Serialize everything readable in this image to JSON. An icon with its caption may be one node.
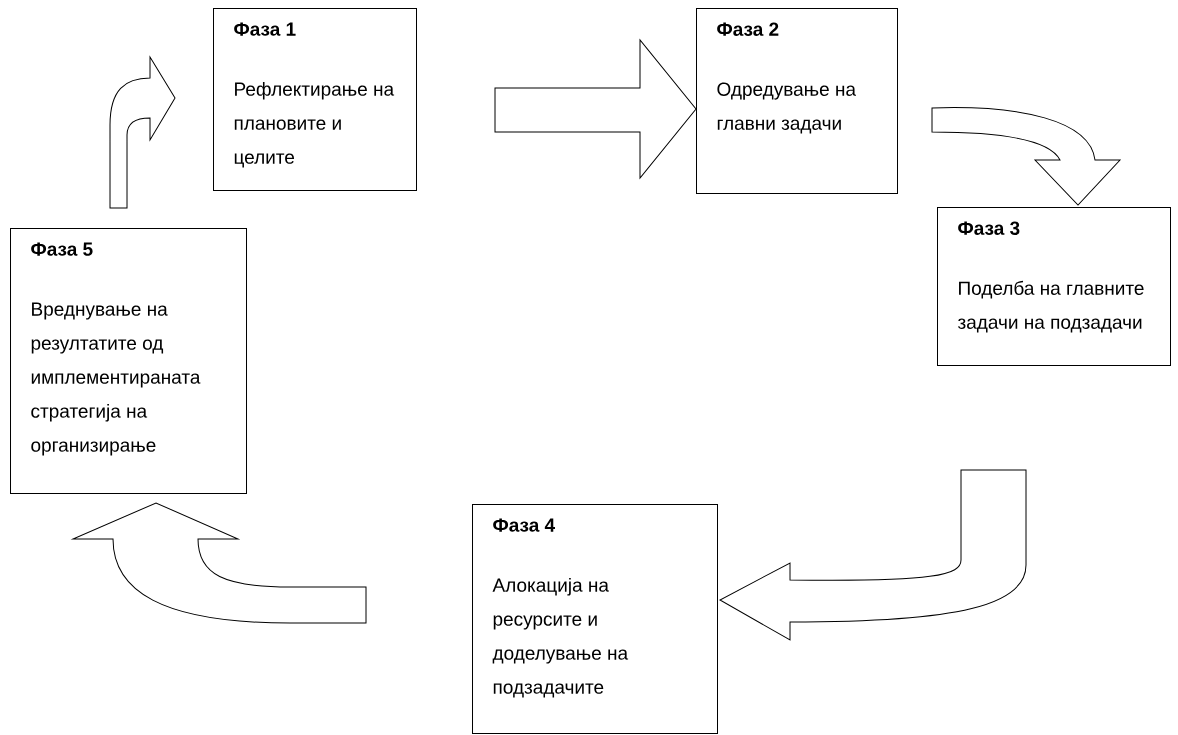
{
  "diagram": {
    "nodes": [
      {
        "text": [
          "Фаза 1",
          "Рефлектирање на плановите и целите"
        ]
      },
      {
        "text": [
          "Фаза 2",
          "Одредување на главни задачи"
        ]
      },
      {
        "text": [
          "Фаза 3",
          "Поделба на главните задачи на подзадачи"
        ]
      },
      {
        "text": [
          "Фаза 4",
          "Алокација на ресурсите и доделување на подзадачите"
        ]
      },
      {
        "text": [
          "Фаза 5",
          "Вреднување на резултатите од имплементираната стратегија на организирање"
        ]
      }
    ],
    "edges": [
      {
        "from": 4,
        "to": 0,
        "arrow": "to"
      },
      {
        "from": 0,
        "to": 1,
        "arrow": "to"
      },
      {
        "from": 1,
        "to": 2,
        "arrow": "to"
      },
      {
        "from": 2,
        "to": 3,
        "arrow": "to"
      },
      {
        "from": 3,
        "to": 4,
        "arrow": "to"
      }
    ]
  }
}
